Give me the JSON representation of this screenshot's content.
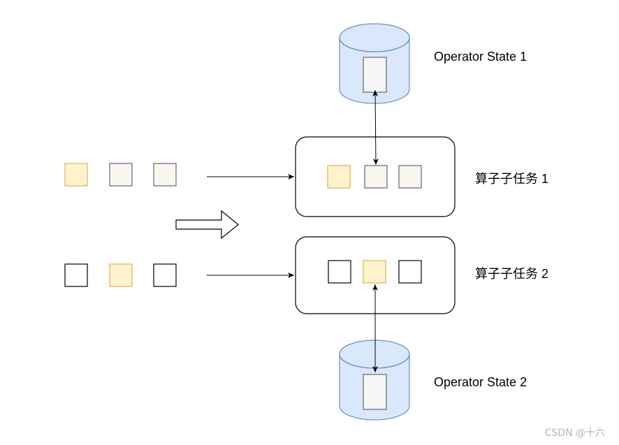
{
  "labels": {
    "state1": "Operator State 1",
    "state2": "Operator State 2",
    "subtask1": "算子子任务 1",
    "subtask2": "算子子任务 2"
  },
  "watermark": "CSDN @十六",
  "colors": {
    "highlight_fill": "#fff2cc",
    "highlight_stroke": "#d6b656",
    "gray_fill": "#f9f7ed",
    "gray_stroke": "#666666",
    "plain_fill": "#ffffff",
    "plain_stroke": "#000000",
    "db_fill": "#dae8fc",
    "db_stroke": "#6c8ebf",
    "slot_fill": "#f5f5f5"
  }
}
